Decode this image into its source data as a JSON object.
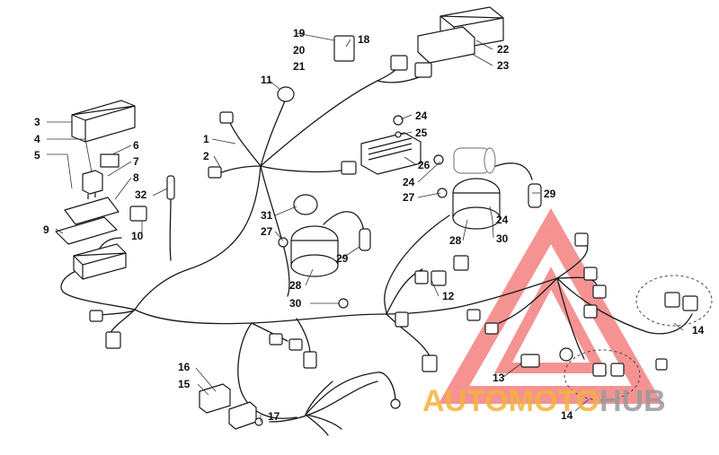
{
  "diagram": {
    "part_labels": [
      "1",
      "2",
      "3",
      "4",
      "5",
      "6",
      "7",
      "8",
      "9",
      "10",
      "11",
      "12",
      "13",
      "14",
      "15",
      "16",
      "17",
      "18",
      "19",
      "20",
      "21",
      "22",
      "23",
      "24",
      "25",
      "26",
      "27",
      "28",
      "29",
      "30",
      "31",
      "32"
    ],
    "repeat_labels": [
      "24",
      "24",
      "27",
      "28",
      "29",
      "30",
      "14"
    ]
  },
  "watermark": {
    "word_parts": [
      "AUTOMOTO",
      "HUB"
    ],
    "color_orange": "#f5b23a",
    "color_grey": "#9a9a9a",
    "triangle_color": "#ee3b3b"
  }
}
